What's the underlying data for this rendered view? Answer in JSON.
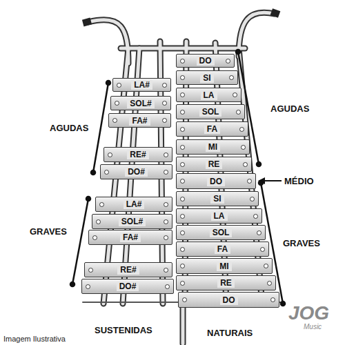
{
  "diagram": {
    "nodes": [
      {
        "text": [
          "LA#"
        ]
      },
      {
        "text": [
          "SOL#"
        ]
      },
      {
        "text": [
          "FA#"
        ]
      },
      {
        "text": [
          "RE#"
        ]
      },
      {
        "text": [
          "DO#"
        ]
      },
      {
        "text": [
          "LA#"
        ]
      },
      {
        "text": [
          "SOL#"
        ]
      },
      {
        "text": [
          "FA#"
        ]
      },
      {
        "text": [
          "RE#"
        ]
      },
      {
        "text": [
          "DO#"
        ]
      },
      {
        "text": [
          "DO"
        ]
      },
      {
        "text": [
          "SI"
        ]
      },
      {
        "text": [
          "LA"
        ]
      },
      {
        "text": [
          "SOL"
        ]
      },
      {
        "text": [
          "FA"
        ]
      },
      {
        "text": [
          "MI"
        ]
      },
      {
        "text": [
          "RE"
        ]
      },
      {
        "text": [
          "DO"
        ]
      },
      {
        "text": [
          "SI"
        ]
      },
      {
        "text": [
          "LA"
        ]
      },
      {
        "text": [
          "SOL"
        ]
      },
      {
        "text": [
          "FA"
        ]
      },
      {
        "text": [
          "MI"
        ]
      },
      {
        "text": [
          "RE"
        ]
      },
      {
        "text": [
          "DO"
        ]
      }
    ],
    "labels": [
      "AGUDAS",
      "GRAVES",
      "AGUDAS",
      "MÉDIO",
      "GRAVES",
      "SUSTENIDAS",
      "NATURAIS",
      "Imagem Ilustrativa",
      "JOG",
      "Music"
    ]
  }
}
